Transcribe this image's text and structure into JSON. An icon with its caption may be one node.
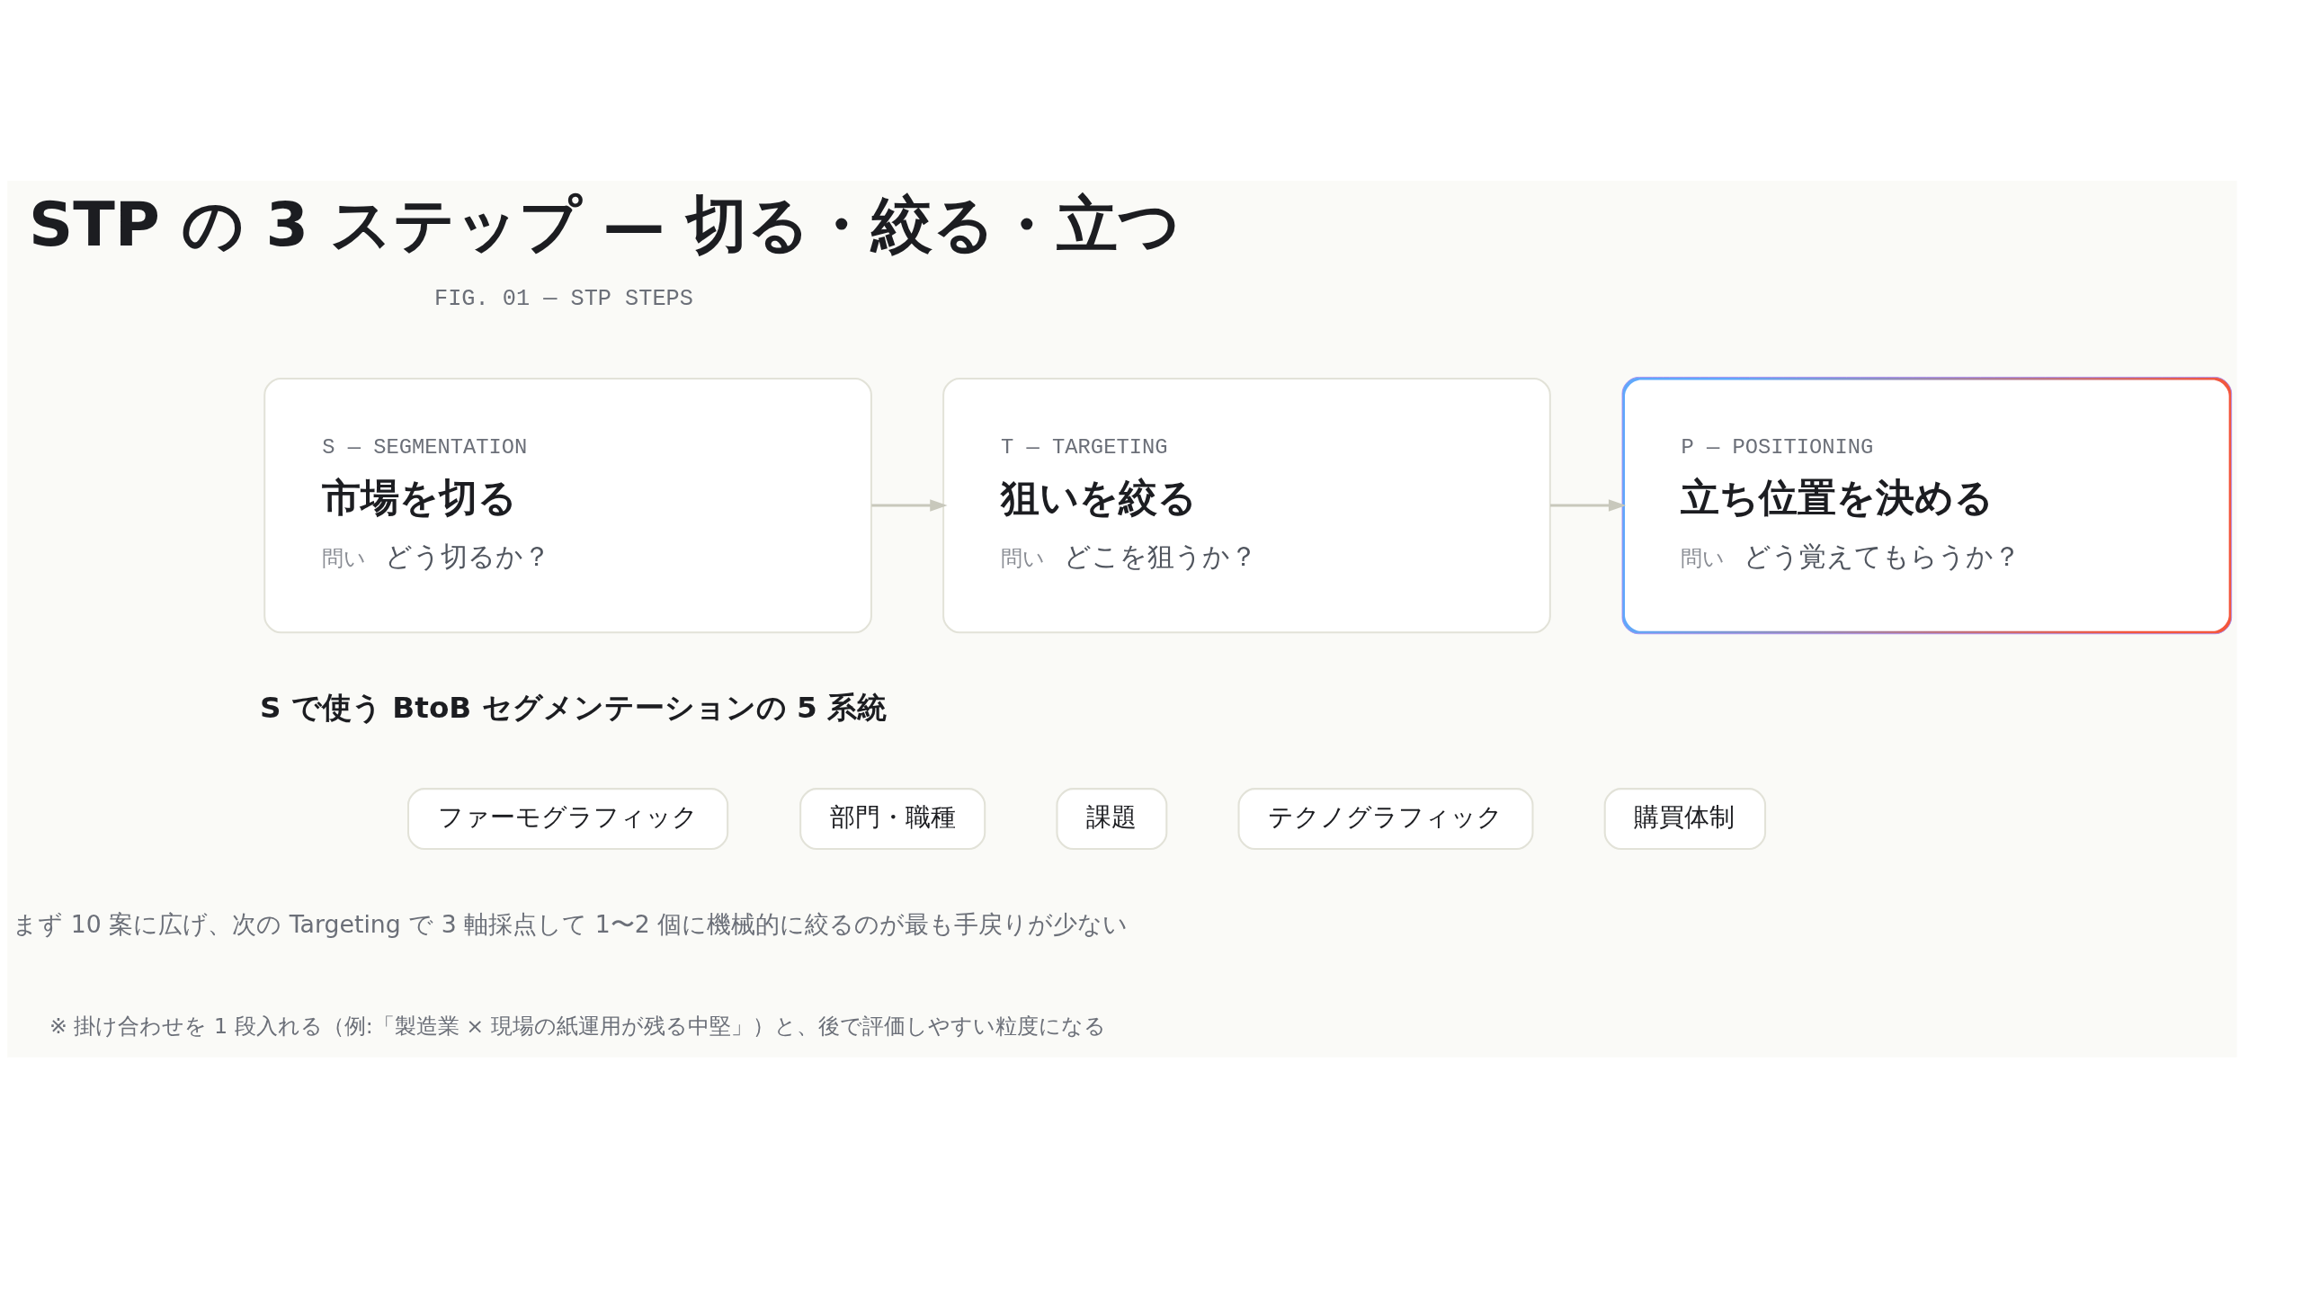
{
  "diagram": {
    "title": "STP の 3 ステップ — 切る・絞る・立つ",
    "nodes": [
      {
        "text": [
          "S — SEGMENTATION",
          "市場を切る",
          "問い",
          "どう切るか？"
        ]
      },
      {
        "text": [
          "T — TARGETING",
          "狙いを絞る",
          "問い",
          "どこを狙うか？"
        ]
      },
      {
        "text": [
          "P — POSITIONING",
          "立ち位置を決める",
          "問い",
          "どう覚えてもらうか？"
        ]
      },
      {
        "text": [
          "ファーモグラフィック"
        ]
      },
      {
        "text": [
          "部門・職種"
        ]
      },
      {
        "text": [
          "課題"
        ]
      },
      {
        "text": [
          "テクノグラフィック"
        ]
      },
      {
        "text": [
          "購買体制"
        ]
      }
    ],
    "edges": [
      {
        "from": 0,
        "to": 1,
        "arrow": "to"
      },
      {
        "from": 1,
        "to": 2,
        "arrow": "to"
      }
    ],
    "labels": [
      "FIG. 01 — STP STEPS",
      "S で使う BtoB セグメンテーションの 5 系統",
      "まず 10 案に広げ、次の Targeting で 3 軸採点して 1〜2 個に機械的に絞るのが最も手戻りが少ない",
      "※ 掛け合わせを 1 段入れる（例:「製造業 × 現場の紙運用が残る中堅」）と、後で評価しやすい粒度になる"
    ]
  }
}
